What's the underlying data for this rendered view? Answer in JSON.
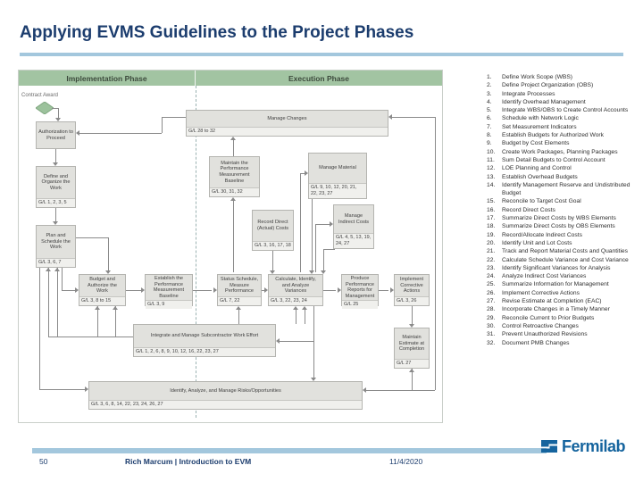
{
  "slide": {
    "title": "Applying EVMS Guidelines to the Project Phases",
    "footer": {
      "page_number": "50",
      "credit": "Rich Marcum | Introduction to EVM",
      "date": "11/4/2020",
      "logo_text": "Fermilab"
    },
    "colors": {
      "title_blue": "#1c3d6e",
      "accent_bar": "#a3c7dd",
      "phase_band_green": "#a2c4a2",
      "box_fill": "#e1e1dd",
      "logo_blue": "#15649e"
    }
  },
  "diagram": {
    "phases": {
      "implementation": "Implementation Phase",
      "execution": "Execution Phase"
    },
    "start_label": "Contract Award",
    "boxes": {
      "auth": {
        "label": "Authorization to Proceed",
        "gl": ""
      },
      "define": {
        "label": "Define and Organize the Work",
        "gl": "G/L 1, 2, 3, 5"
      },
      "plan": {
        "label": "Plan and Schedule the Work",
        "gl": "G/L 3, 6, 7"
      },
      "budget": {
        "label": "Budget and Authorize the Work",
        "gl": "G/L 3, 8 to 15"
      },
      "establish": {
        "label": "Establish the Performance Measurement Baseline",
        "gl": "G/L 3, 9"
      },
      "status": {
        "label": "Status Schedule, Measure Performance",
        "gl": "G/L 7, 22"
      },
      "calculate": {
        "label": "Calculate, Identify, and Analyze Variances",
        "gl": "G/L 3, 22, 23, 24"
      },
      "produce": {
        "label": "Produce Performance Reports for Management",
        "gl": "G/L 25"
      },
      "implement": {
        "label": "Implement Corrective Actions",
        "gl": "G/L 3, 26"
      },
      "eac": {
        "label": "Maintain Estimate at Completion",
        "gl": "G/L 27"
      },
      "changes": {
        "label": "Manage Changes",
        "gl": "G/L 28 to 32"
      },
      "maintain_pmb": {
        "label": "Maintain the Performance Measurement Baseline",
        "gl": "G/L 30, 31, 32"
      },
      "record": {
        "label": "Record Direct (Actual) Costs",
        "gl": "G/L 3, 16, 17, 18"
      },
      "material": {
        "label": "Manage Material",
        "gl": "G/L 9, 10, 12, 20, 21, 22, 23, 27"
      },
      "indirect": {
        "label": "Manage Indirect Costs",
        "gl": "G/L 4, 5, 13, 19, 24, 27"
      },
      "subcontractor": {
        "label": "Integrate and Manage Subcontractor Work Effort",
        "gl": "G/L 1, 2, 6, 8, 9, 10, 12, 16, 22, 23, 27"
      },
      "risks": {
        "label": "Identify, Analyze, and Manage Risks/Opportunities",
        "gl": "G/L 3, 6, 8, 14, 22, 23, 24, 26, 27"
      }
    }
  },
  "guidelines": {
    "items": [
      "Define Work Scope (WBS)",
      "Define Project Organization (OBS)",
      "Integrate Processes",
      "Identify Overhead Management",
      "Integrate WBS/OBS to Create Control Accounts",
      "Schedule with Network Logic",
      "Set Measurement Indicators",
      "Establish Budgets for Authorized Work",
      "Budget by Cost Elements",
      "Create Work Packages, Planning Packages",
      "Sum Detail Budgets to Control Account",
      "LOE Planning and Control",
      "Establish Overhead Budgets",
      "Identify Management Reserve and Undistributed Budget",
      "Reconcile to Target Cost Goal",
      "Record Direct Costs",
      "Summarize Direct Costs by WBS Elements",
      "Summarize Direct Costs by OBS Elements",
      "Record/Allocate Indirect Costs",
      "Identify Unit and Lot Costs",
      "Track and Report Material Costs and Quantities",
      "Calculate Schedule Variance and Cost Variance",
      "Identify Significant Variances for Analysis",
      "Analyze Indirect Cost Variances",
      "Summarize Information for Management",
      "Implement Corrective Actions",
      "Revise Estimate at Completion (EAC)",
      "Incorporate Changes in a Timely Manner",
      "Reconcile Current to Prior Budgets",
      "Control Retroactive Changes",
      "Prevent Unauthorized Revisions",
      "Document PMB Changes"
    ]
  }
}
